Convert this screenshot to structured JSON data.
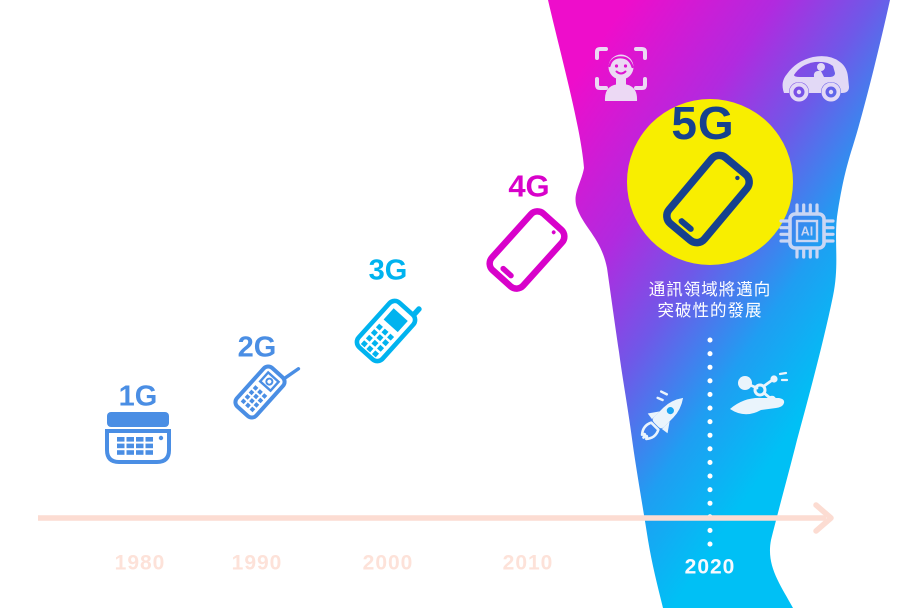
{
  "hero": {
    "label": "5G",
    "caption_line1": "通訊領域將邁向",
    "caption_line2": "突破性的發展",
    "circle_color": "#f8ee00",
    "phone_color": "#16418e",
    "phone_icon": "smartphone-icon"
  },
  "generations": [
    {
      "label": "1G",
      "year": "1980",
      "icon": "desk-phone-icon",
      "color": "#4a8ee4"
    },
    {
      "label": "2G",
      "year": "1990",
      "icon": "brick-phone-icon",
      "color": "#4a8ee4"
    },
    {
      "label": "3G",
      "year": "2000",
      "icon": "feature-phone-icon",
      "color": "#00b3ef"
    },
    {
      "label": "4G",
      "year": "2010",
      "icon": "smartphone-icon",
      "color": "#d802ca"
    },
    {
      "label": "5G",
      "year": "2020",
      "icon": "smartphone-icon",
      "color": "#16418e"
    }
  ],
  "timeline": {
    "years": [
      "1980",
      "1990",
      "2000",
      "2010",
      "2020"
    ],
    "arrow_color": "#fcdcd2",
    "year_color": "#fde2d9",
    "year_2020_color": "#ffffff"
  },
  "cone": {
    "gradient": [
      "#ee0dcb",
      "#b12adf",
      "#6f58e8",
      "#1f9ef2",
      "#00c0f5"
    ],
    "icons": [
      "face-recognition-icon",
      "autonomous-car-icon",
      "ai-chip-icon",
      "rocket-icon",
      "molecule-hand-icon"
    ],
    "ai_chip_label": "AI",
    "dotted_line_color": "#ffffff"
  }
}
